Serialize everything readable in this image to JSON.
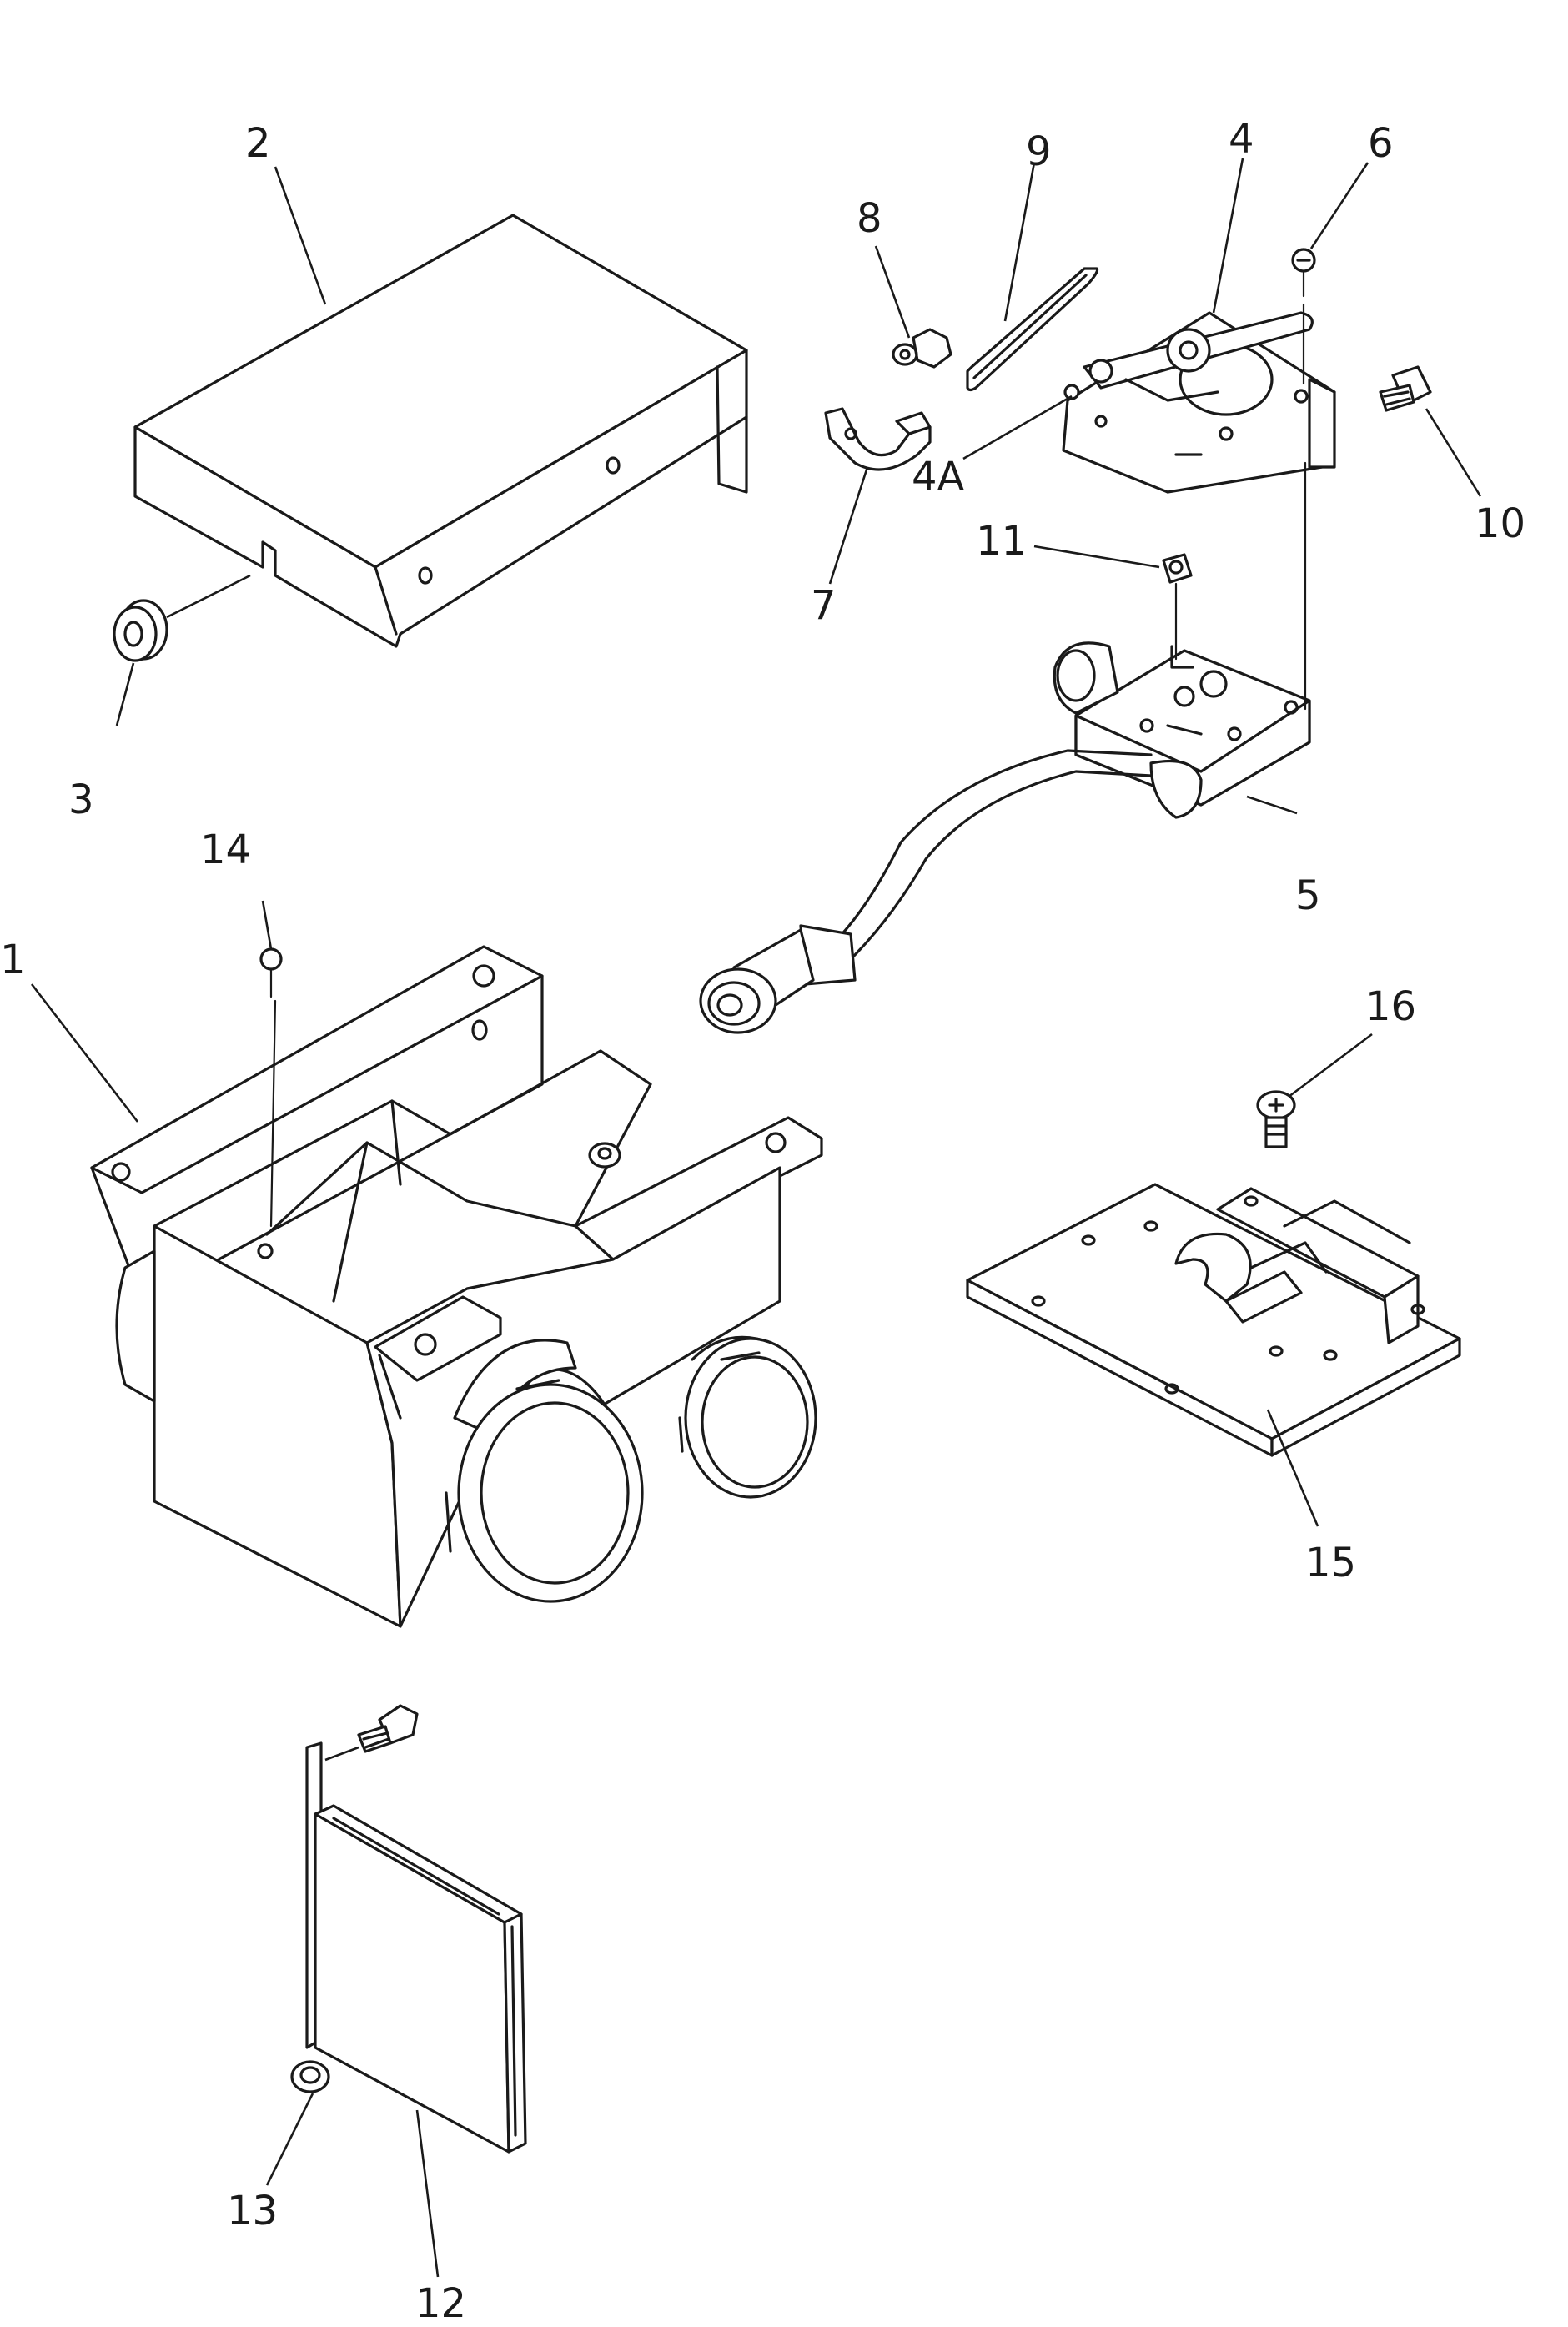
{
  "diagram": {
    "callouts": {
      "c1": "1",
      "c2": "2",
      "c3": "3",
      "c4": "4",
      "c4a": "4A",
      "c5": "5",
      "c6": "6",
      "c7": "7",
      "c8": "8",
      "c9": "9",
      "c10": "10",
      "c11": "11",
      "c12": "12",
      "c13": "13",
      "c14": "14",
      "c15": "15",
      "c16": "16"
    }
  }
}
